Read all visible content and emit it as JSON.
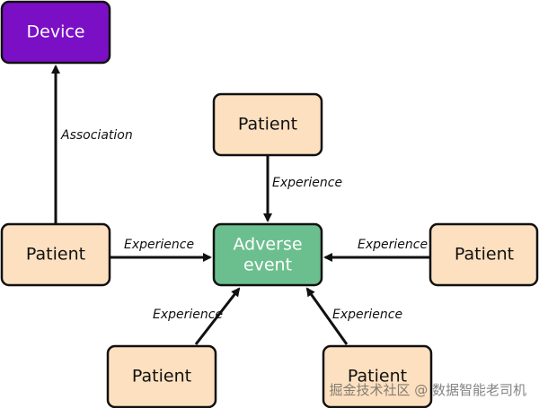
{
  "colors": {
    "device_fill": "#7b0fc6",
    "patient_fill": "#fde0bf",
    "event_fill": "#6bbf8e",
    "stroke": "#111111"
  },
  "nodes": {
    "device": "Device",
    "patient_top": "Patient",
    "patient_left": "Patient",
    "patient_right": "Patient",
    "patient_bottom_left": "Patient",
    "patient_bottom_right": "Patient",
    "adverse_event_line1": "Adverse",
    "adverse_event_line2": "event"
  },
  "edges": {
    "association": "Association",
    "experience_top": "Experience",
    "experience_left": "Experience",
    "experience_right": "Experience",
    "experience_bottom_left": "Experience",
    "experience_bottom_right": "Experience"
  },
  "watermark": "掘金技术社区 @ 数据智能老司机"
}
